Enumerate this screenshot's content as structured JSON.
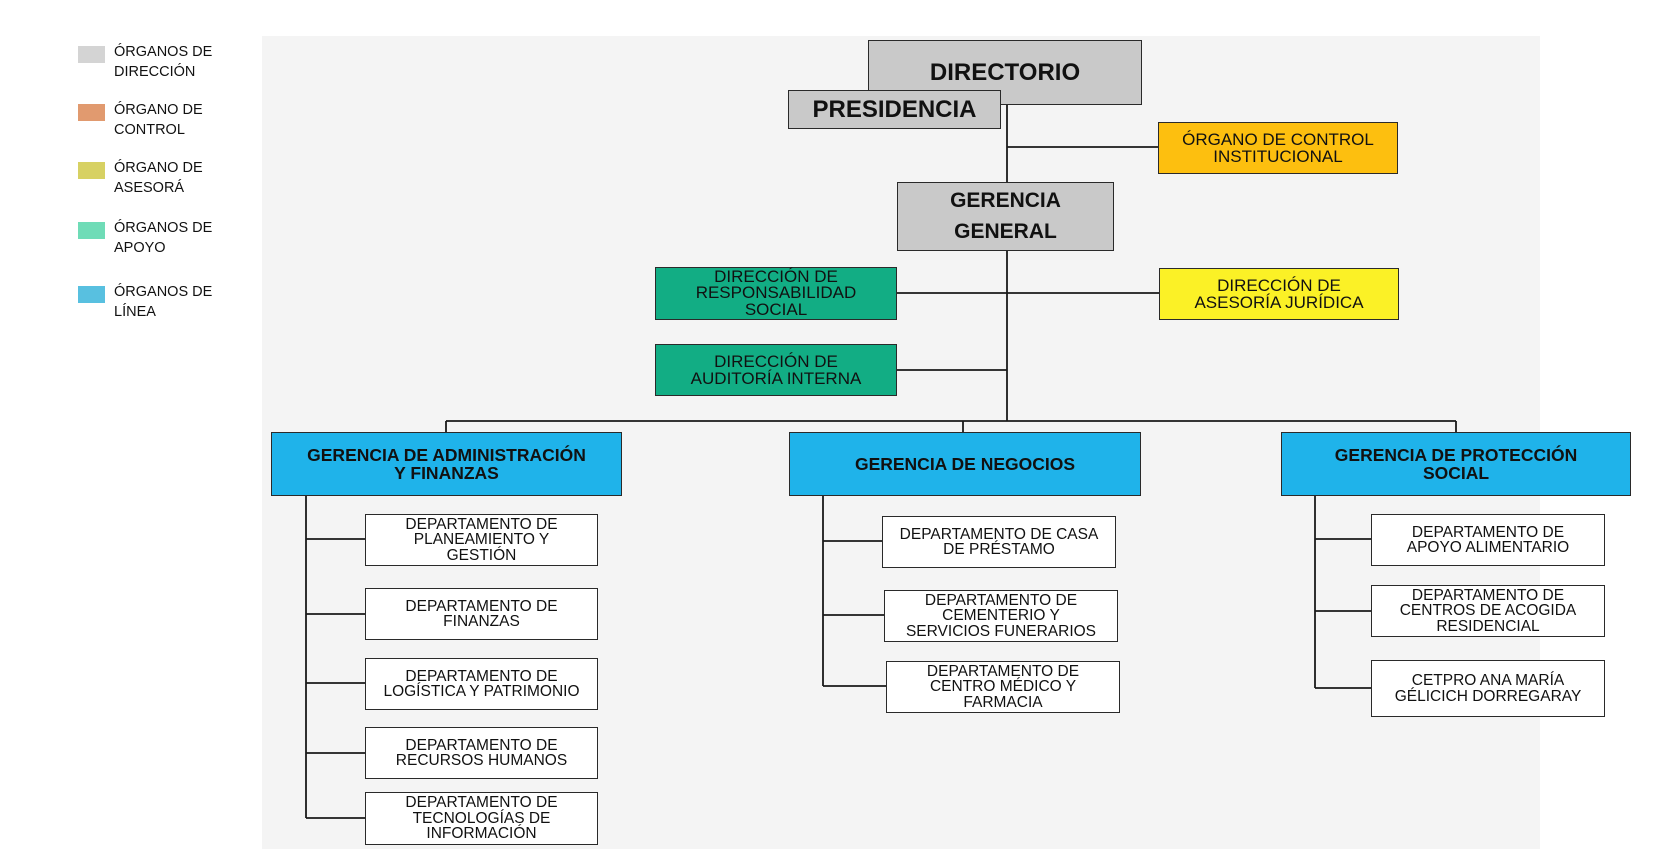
{
  "legend": [
    {
      "label": "ÓRGANOS DE\nDIRECCIÓN",
      "color": "#d4d4d4"
    },
    {
      "label": "ÓRGANO DE\nCONTROL",
      "color": "#e19a6f"
    },
    {
      "label": "ÓRGANO DE\nASESORÁ",
      "color": "#d7d163"
    },
    {
      "label": "ÓRGANOS DE\nAPOYO",
      "color": "#6fdcb7"
    },
    {
      "label": "ÓRGANOS DE\nLÍNEA",
      "color": "#58c0e0"
    }
  ],
  "org": {
    "directorio": "DIRECTORIO",
    "presidencia": "PRESIDENCIA",
    "control": "ÓRGANO DE CONTROL\nINSTITUCIONAL",
    "gerencia_general": "GERENCIA\nGENERAL",
    "responsabilidad_social": "DIRECCIÓN DE\nRESPONSABILIDAD\nSOCIAL",
    "asesoria_juridica": "DIRECCIÓN DE\nASESORÍA JURÍDICA",
    "auditoria_interna": "DIRECCIÓN DE\nAUDITORÍA INTERNA",
    "gerencias": [
      {
        "title": "GERENCIA DE ADMINISTRACIÓN\nY FINANZAS",
        "departments": [
          "DEPARTAMENTO DE\nPLANEAMIENTO Y\nGESTIÓN",
          "DEPARTAMENTO DE\nFINANZAS",
          "DEPARTAMENTO DE\nLOGÍSTICA Y PATRIMONIO",
          "DEPARTAMENTO DE\nRECURSOS HUMANOS",
          "DEPARTAMENTO DE\nTECNOLOGÍAS DE\nINFORMACIÓN"
        ]
      },
      {
        "title": "GERENCIA DE NEGOCIOS",
        "departments": [
          "DEPARTAMENTO DE CASA\nDE PRÉSTAMO",
          "DEPARTAMENTO DE\nCEMENTERIO Y\nSERVICIOS FUNERARIOS",
          "DEPARTAMENTO DE\nCENTRO MÉDICO Y\nFARMACIA"
        ]
      },
      {
        "title": "GERENCIA DE PROTECCIÓN\nSOCIAL",
        "departments": [
          "DEPARTAMENTO DE\nAPOYO ALIMENTARIO",
          "DEPARTAMENTO DE\nCENTROS DE ACOGIDA\nRESIDENCIAL",
          "CETPRO ANA MARÍA\nGÉLICICH DORREGARAY"
        ]
      }
    ]
  }
}
